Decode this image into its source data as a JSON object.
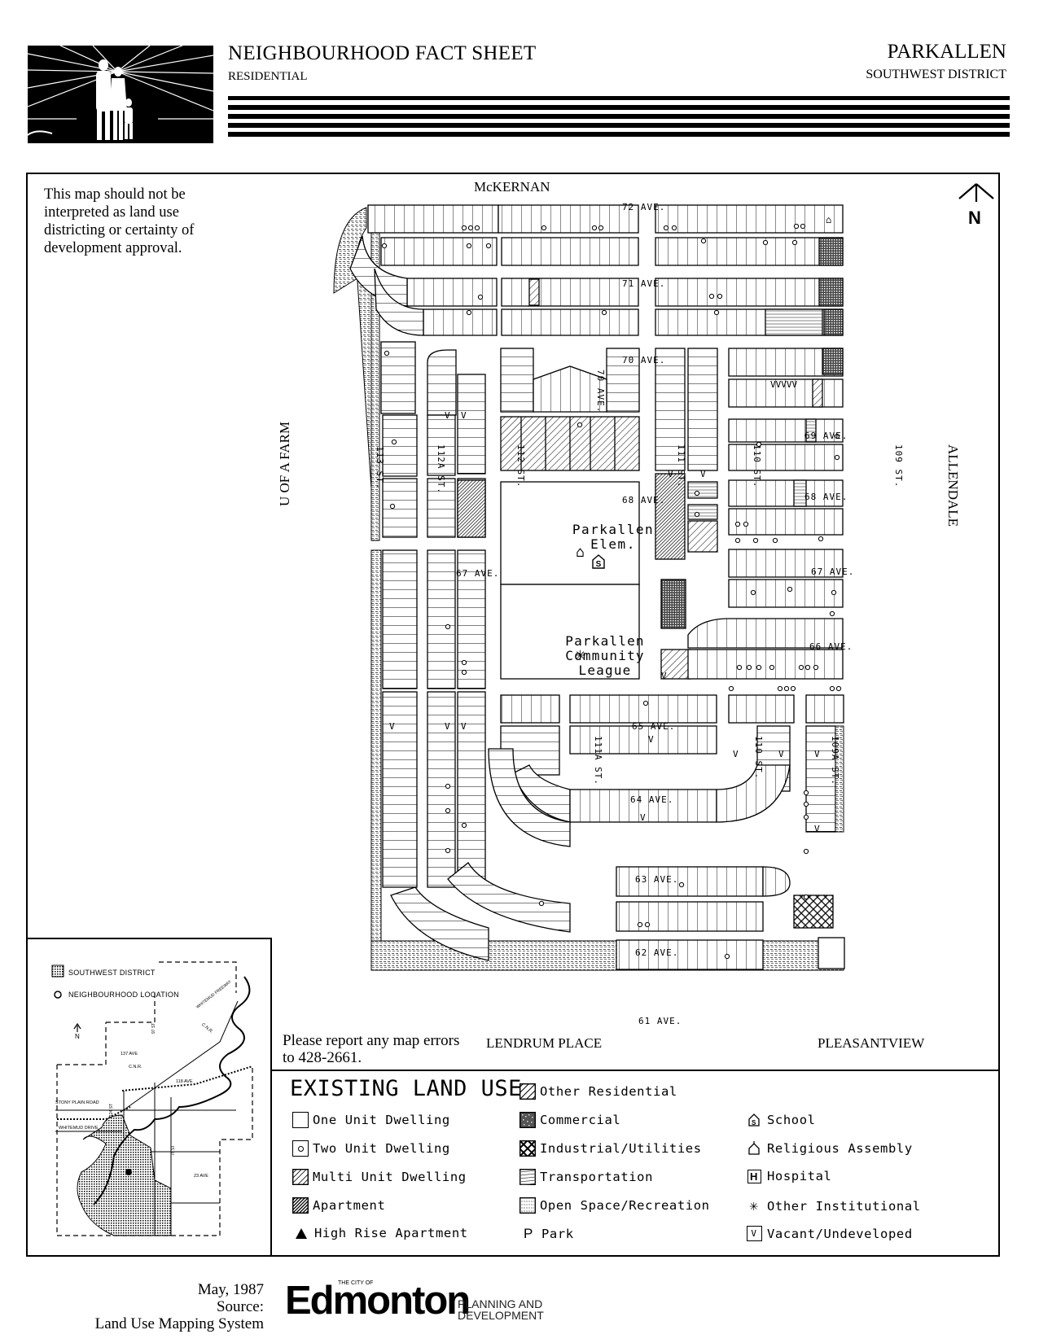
{
  "header": {
    "title": "NEIGHBOURHOOD FACT SHEET",
    "subtitle": "RESIDENTIAL",
    "neighbourhood": "PARKALLEN",
    "district": "SOUTHWEST DISTRICT"
  },
  "map": {
    "disclaimer": "This map should not be interpreted as land use districting or certainty of development approval.",
    "north_label": "N",
    "adjacent": {
      "north": "McKERNAN",
      "west": "U OF A FARM",
      "east": "ALLENDALE",
      "south_west": "LENDRUM PLACE",
      "south_east": "PLEASANTVIEW"
    },
    "streets": {
      "ave72": "72 AVE.",
      "ave71": "71 AVE.",
      "ave70": "70 AVE.",
      "ave70_inner": "70 AVE.",
      "ave69": "69 AVE.",
      "ave68_w": "68 AVE.",
      "ave68_e": "68 AVE.",
      "ave67_w": "67 AVE.",
      "ave67_e": "67 AVE.",
      "ave66": "66 AVE.",
      "ave65": "65 AVE.",
      "ave64": "64 AVE.",
      "ave63": "63 AVE.",
      "ave62": "62 AVE.",
      "ave61": "61 AVE.",
      "st113": "113 ST.",
      "st112a": "112A ST.",
      "st112": "112 ST.",
      "st111": "111 ST.",
      "st110_n": "110 ST.",
      "st110_s": "110 ST.",
      "st109": "109 ST.",
      "st111a": "111A ST.",
      "st109a": "109A ST."
    },
    "facilities": {
      "school": "Parkallen Elem.",
      "league_line1": "Parkallen",
      "league_line2": "Community",
      "league_line3": "League"
    },
    "report": "Please report any map errors to 428-2661."
  },
  "inset": {
    "legend_district": "SOUTHWEST DISTRICT",
    "legend_location": "NEIGHBOURHOOD LOCATION",
    "north": "N",
    "roads": {
      "whitemud_freeway": "WHITEMUD FREEWAY",
      "cnr_top": "C.N.R.",
      "ave137": "137 AVE",
      "st97": "97 ST",
      "cnr_mid": "C.N.R.",
      "ave118": "118 AVE",
      "stony_plain": "STONY PLAIN ROAD",
      "st124": "124 ST",
      "whitemud_drive": "WHITEMUD DRIVE",
      "st75": "75 ST",
      "ave23": "23 AVE"
    }
  },
  "legend": {
    "title": "EXISTING LAND USE",
    "items": [
      {
        "label": "One Unit Dwelling"
      },
      {
        "label": "Two Unit Dwelling"
      },
      {
        "label": "Multi Unit Dwelling"
      },
      {
        "label": "Apartment"
      },
      {
        "label": "High Rise Apartment"
      },
      {
        "label": "Other Residential"
      },
      {
        "label": "Commercial"
      },
      {
        "label": "Industrial/Utilities"
      },
      {
        "label": "Transportation"
      },
      {
        "label": "Open Space/Recreation"
      },
      {
        "label": "Park",
        "symbol": "P"
      },
      {
        "label": "School"
      },
      {
        "label": "Religious Assembly"
      },
      {
        "label": "Hospital",
        "symbol": "H"
      },
      {
        "label": "Other Institutional",
        "symbol": "✳"
      },
      {
        "label": "Vacant/Undeveloped",
        "symbol": "V"
      }
    ]
  },
  "footer": {
    "date": "May, 1987",
    "source_label": "Source:",
    "source": "Land Use Mapping System",
    "logo_cityof": "THE CITY OF",
    "logo_word": "Edmonton",
    "dept_line1": "PLANNING AND",
    "dept_line2": "DEVELOPMENT"
  }
}
